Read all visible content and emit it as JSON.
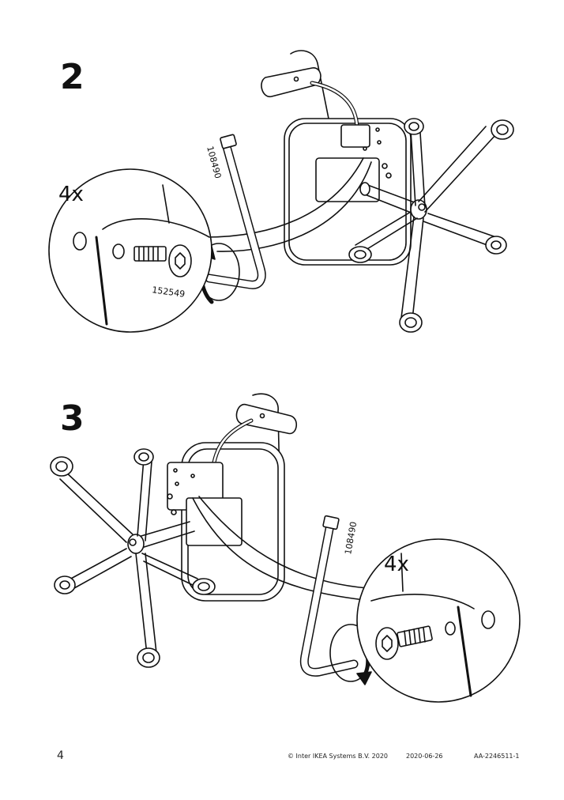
{
  "steps": [
    {
      "number": "2",
      "quantity": "4x",
      "parts": [
        "108490",
        "152549"
      ]
    },
    {
      "number": "3",
      "quantity": "4x",
      "parts": [
        "108490"
      ]
    }
  ],
  "footer": {
    "page_number": "4",
    "copyright": "© Inter IKEA Systems B.V. 2020",
    "date": "2020-06-26",
    "article_code": "AA-2246511-1"
  }
}
